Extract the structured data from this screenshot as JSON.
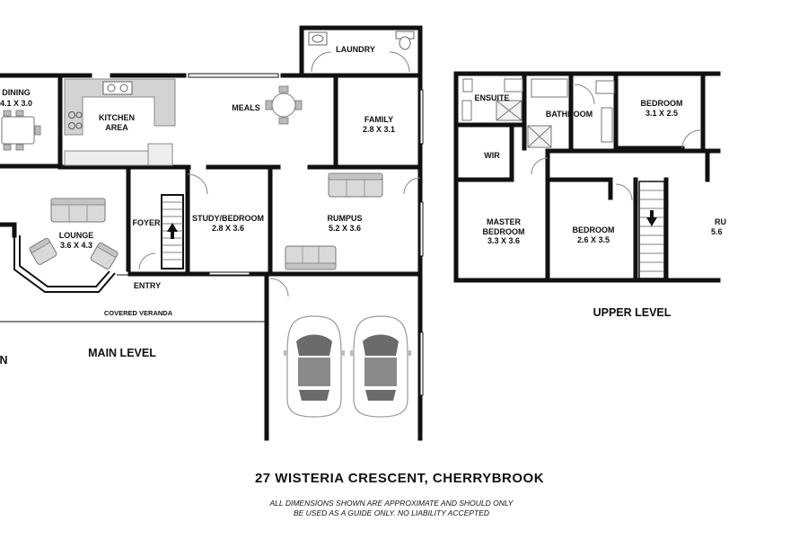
{
  "plan": {
    "address": "27 WISTERIA CRESCENT, CHERRYBROOK",
    "disclaimer_line1": "ALL DIMENSIONS SHOWN ARE APPROXIMATE AND SHOULD ONLY",
    "disclaimer_line2": "BE USED AS A GUIDE ONLY. NO LIABILITY ACCEPTED",
    "levels": {
      "main": "MAIN LEVEL",
      "upper": "UPPER LEVEL",
      "cut_off_left": "N"
    },
    "rooms": {
      "laundry": "LAUNDRY",
      "dining_name": "DINING",
      "dining_size": "4.1 X 3.0",
      "kitchen_line1": "KITCHEN",
      "kitchen_line2": "AREA",
      "meals": "MEALS",
      "family_name": "FAMILY",
      "family_size": "2.8 X 3.1",
      "lounge_name": "LOUNGE",
      "lounge_size": "3.6 X 4.3",
      "foyer": "FOYER",
      "study_name": "STUDY/BEDROOM",
      "study_size": "2.8 X 3.6",
      "rumpus_name": "RUMPUS",
      "rumpus_size": "5.2 X 3.6",
      "entry": "ENTRY",
      "veranda": "COVERED VERANDA",
      "ensuite": "ENSUITE",
      "wir": "WIR",
      "bathroom": "BATHROOM",
      "bedroom1_name": "BEDROOM",
      "bedroom1_size": "3.1 X 2.5",
      "master_line1": "MASTER",
      "master_line2": "BEDROOM",
      "master_size": "3.3 X 3.6",
      "bedroom2_name": "BEDROOM",
      "bedroom2_size": "2.6 X 3.5",
      "rumpus_upper_name": "RU",
      "rumpus_upper_size": "5.6"
    }
  }
}
